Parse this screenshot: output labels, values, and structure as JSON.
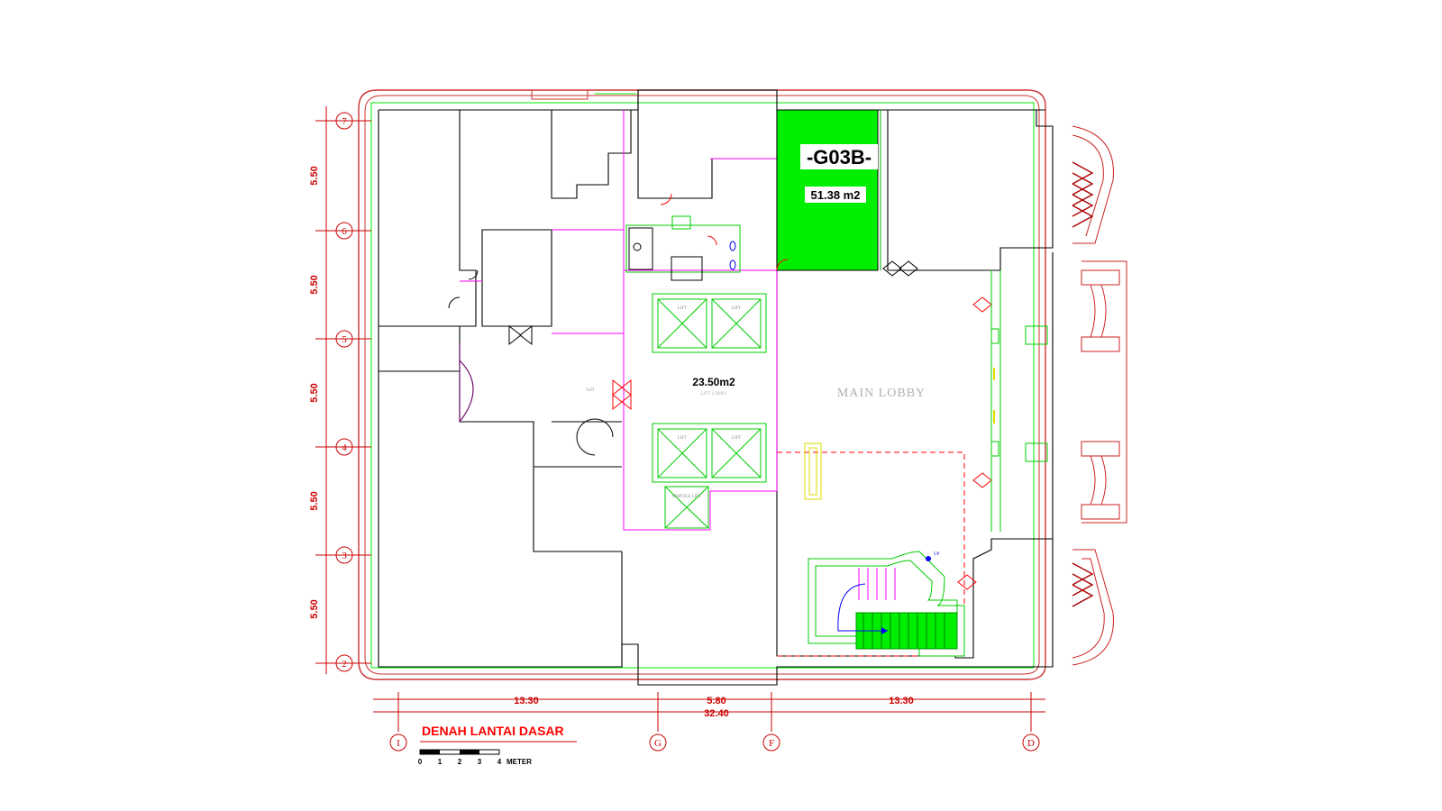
{
  "colors": {
    "wall": "#000000",
    "accent_red": "#ff0000",
    "dim_red": "#cc0000",
    "green": "#00ff00",
    "magenta": "#ff00ff",
    "purple": "#660066",
    "yellow": "#ffff00",
    "blue": "#0000ff",
    "note_grey": "#b0b0b0",
    "frame_dark_red": "#aa2222"
  },
  "unit": {
    "name": "-G03B-",
    "area": "51.38 m2"
  },
  "labels": {
    "lift_lobby_area": "23.50m2",
    "lift_lobby": "LIFT LOBBY",
    "main_lobby": "MAIN LOBBY",
    "hall": "hall",
    "service_lift": "SERVICE LIFT",
    "lift": "LIFT",
    "up": "UP",
    "title": "DENAH LANTAI DASAR"
  },
  "grid_rows": [
    {
      "id": "7"
    },
    {
      "id": "6"
    },
    {
      "id": "5"
    },
    {
      "id": "4"
    },
    {
      "id": "3"
    },
    {
      "id": "2"
    }
  ],
  "row_spacings": [
    "5.50",
    "5.50",
    "5.50",
    "5.50",
    "5.50"
  ],
  "grid_cols": [
    {
      "id": "I"
    },
    {
      "id": "G"
    },
    {
      "id": "F"
    },
    {
      "id": "D"
    }
  ],
  "col_spans": [
    "13.30",
    "5.80",
    "13.30"
  ],
  "total_span": "32.40",
  "scale_bar": {
    "ticks": [
      "0",
      "1",
      "2",
      "3",
      "4"
    ],
    "unit": "METER"
  },
  "icons": {
    "door": "door-swing-icon",
    "toilet": "toilet-icon",
    "lift_car": "lift-car-icon",
    "stair": "stair-icon"
  }
}
